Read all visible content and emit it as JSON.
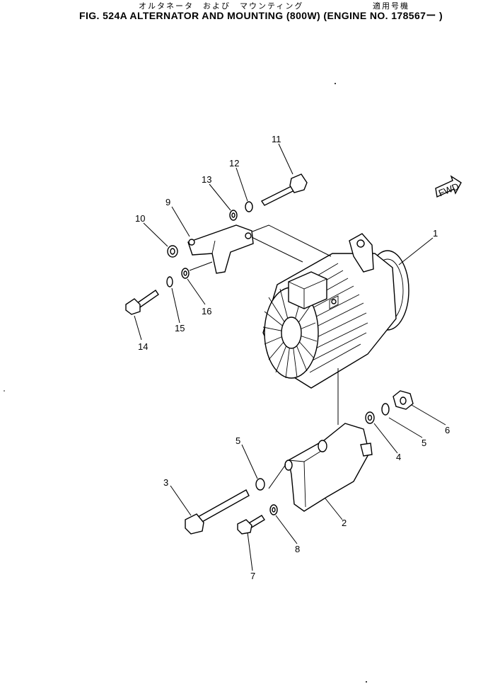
{
  "header": {
    "jp_name": "オルタネータ　および　マウンティング",
    "jp_applicable": "適用号機",
    "title": "FIG. 524A   ALTERNATOR AND MOUNTING  (800W)  (ENGINE NO. 178567ー  )"
  },
  "badge": {
    "fwd": "FWD"
  },
  "callouts": [
    {
      "id": "c1",
      "num": "1"
    },
    {
      "id": "c2",
      "num": "2"
    },
    {
      "id": "c3",
      "num": "3"
    },
    {
      "id": "c4",
      "num": "4"
    },
    {
      "id": "c5a",
      "num": "5"
    },
    {
      "id": "c5b",
      "num": "5"
    },
    {
      "id": "c6",
      "num": "6"
    },
    {
      "id": "c7",
      "num": "7"
    },
    {
      "id": "c8",
      "num": "8"
    },
    {
      "id": "c9",
      "num": "9"
    },
    {
      "id": "c10",
      "num": "10"
    },
    {
      "id": "c11",
      "num": "11"
    },
    {
      "id": "c12",
      "num": "12"
    },
    {
      "id": "c13",
      "num": "13"
    },
    {
      "id": "c14",
      "num": "14"
    },
    {
      "id": "c15",
      "num": "15"
    },
    {
      "id": "c16",
      "num": "16"
    }
  ]
}
